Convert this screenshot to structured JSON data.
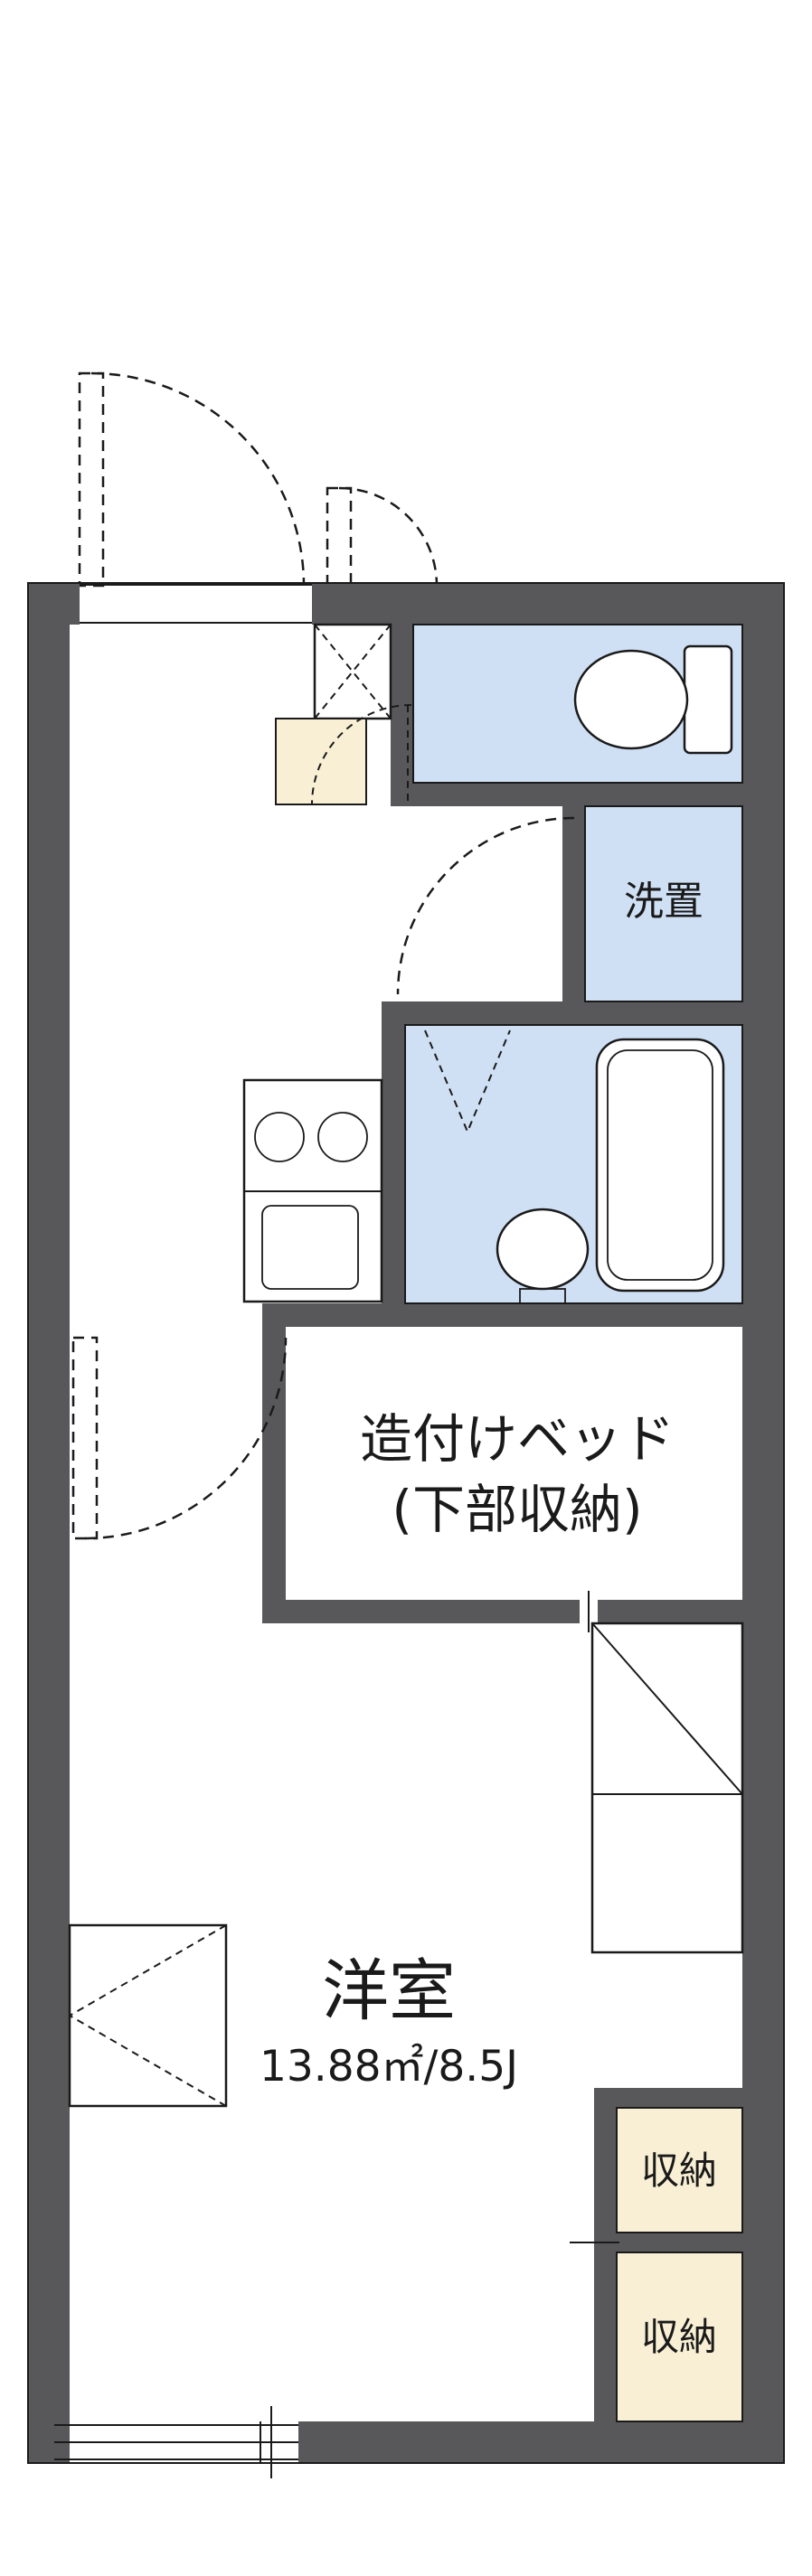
{
  "floor_plan": {
    "rooms": {
      "washer_label": "洗置",
      "bed_label_line1": "造付けベッド",
      "bed_label_line2": "(下部収納)",
      "main_room_name": "洋室",
      "main_room_area": "13.88㎡/8.5J",
      "storage_top_label": "収納",
      "storage_bottom_label": "収納"
    },
    "colors": {
      "wall": "#58585A",
      "wet_room_fill": "#CFE0F4",
      "storage_fill": "#F8EFD4",
      "outline": "#1A1A1A",
      "background": "#FFFFFF"
    }
  }
}
